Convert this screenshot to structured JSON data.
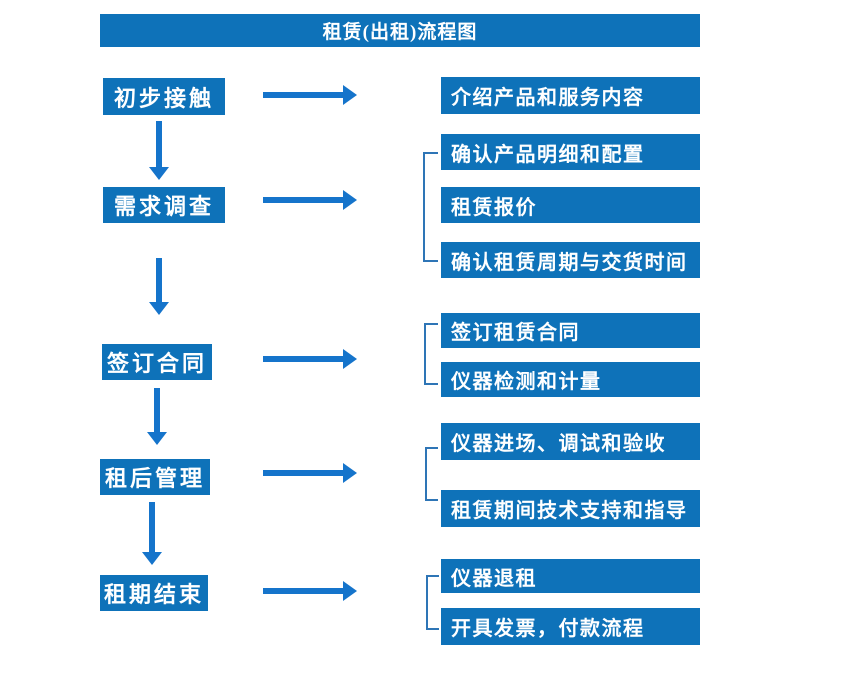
{
  "title": "租赁(出租)流程图",
  "colors": {
    "box_blue": "#0e72b9",
    "arrow_blue": "#1574cb",
    "bracket_blue": "#2e75b6",
    "text_white": "#ffffff"
  },
  "flow": [
    {
      "step": "初步接触",
      "details": [
        "介绍产品和服务内容"
      ]
    },
    {
      "step": "需求调查",
      "details": [
        "确认产品明细和配置",
        "租赁报价",
        "确认租赁周期与交货时间"
      ]
    },
    {
      "step": "签订合同",
      "details": [
        "签订租赁合同",
        "仪器检测和计量"
      ]
    },
    {
      "step": "租后管理",
      "details": [
        "仪器进场、调试和验收",
        "租赁期间技术支持和指导"
      ]
    },
    {
      "step": "租期结束",
      "details": [
        "仪器退租",
        "开具发票，付款流程"
      ]
    }
  ]
}
